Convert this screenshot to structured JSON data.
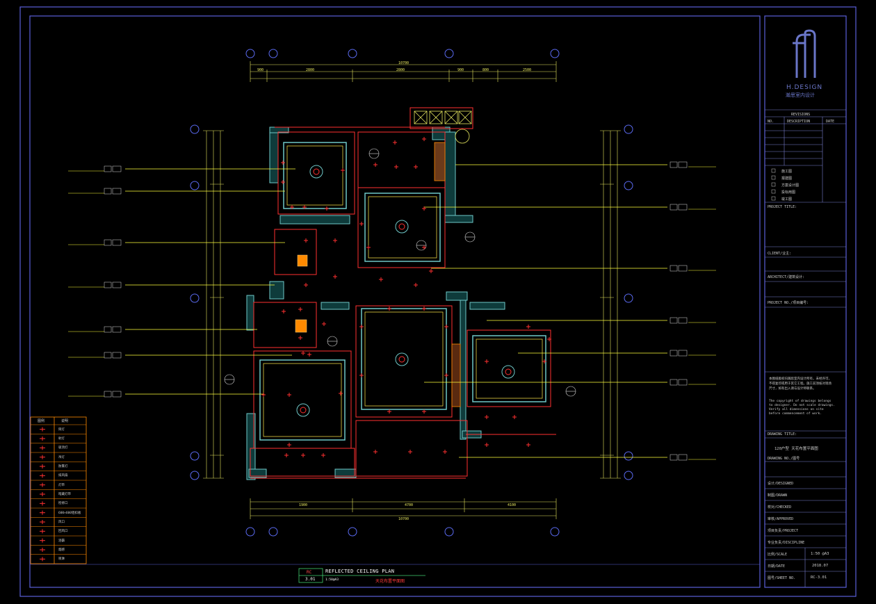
{
  "brand": {
    "name": "H.DESIGN",
    "subtitle": "瀚思室内设计"
  },
  "title_block": {
    "revisions_header": "REVISIONS",
    "revisions_cols": [
      "NO.",
      "DESCRIPTION",
      "DATE"
    ],
    "check_items": [
      "施工图",
      "报建图",
      "方案设计图",
      "投标用图",
      "竣工图"
    ],
    "project_title": "PROJECT TITLE:",
    "client": "CLIENT/业主:",
    "architect": "ARCHITECT/建筑设计:",
    "project_no": "PROJECT NO./项目编号:",
    "notes_cn": "本图纸版权归瀚思室内设计所有，未经许可，不得复印或用于其它工程。施工前须核对现场尺寸，如有出入请与设计师联系。",
    "notes_en": "The copyright of drawings belongs to designer. Do not scale drawings. Verify all dimensions on site before commencement of work.",
    "drawing_title_label": "DRAWING TITLE:",
    "drawing_title": "120户型 天花布置平面图",
    "drawing_no_label": "DRAWING NO./图号",
    "rows": [
      {
        "label": "设计/DESIGNED"
      },
      {
        "label": "制图/DRAWN"
      },
      {
        "label": "校对/CHECKED"
      },
      {
        "label": "审核/APPROVED"
      },
      {
        "label": "项目负责/PROJECT"
      },
      {
        "label": "专业负责/DISCIPLINE"
      }
    ],
    "scale_label": "比例/SCALE",
    "scale_value": "1:50 @A3",
    "date_label": "日期/DATE",
    "date_value": "2018.07",
    "sheet_label": "图号/SHEET NO.",
    "sheet_value": "RC-3.01"
  },
  "drawing": {
    "title_en": "REFLECTED CEILING PLAN",
    "title_cn": "天花布置平面图",
    "code_top": "RC",
    "code_num": "3.01",
    "scale": "1:50@A3"
  },
  "dimensions": {
    "top_total": "10700",
    "bottom_total": "10700",
    "top_segments": [
      "900",
      "2800",
      "2800",
      "900",
      "800",
      "2500"
    ],
    "bottom_segments": [
      "1900",
      "4700",
      "4100"
    ]
  },
  "legend": {
    "title": "图例",
    "title2": "说明",
    "items": [
      "筒灯",
      "射灯",
      "吸顶灯",
      "吊灯",
      "防雾灯",
      "排风扇",
      "灯带",
      "暗藏灯带",
      "检修口",
      "600×600铝扣板",
      "风口",
      "回风口",
      "浴霸",
      "烟感",
      "喷淋"
    ]
  },
  "colors": {
    "frame": "#5a5fd8",
    "dim": "#e8e860",
    "wall": "#6fc8c8",
    "red": "#ff3030",
    "yellow": "#ffff3a",
    "orange": "#ff8a00"
  }
}
